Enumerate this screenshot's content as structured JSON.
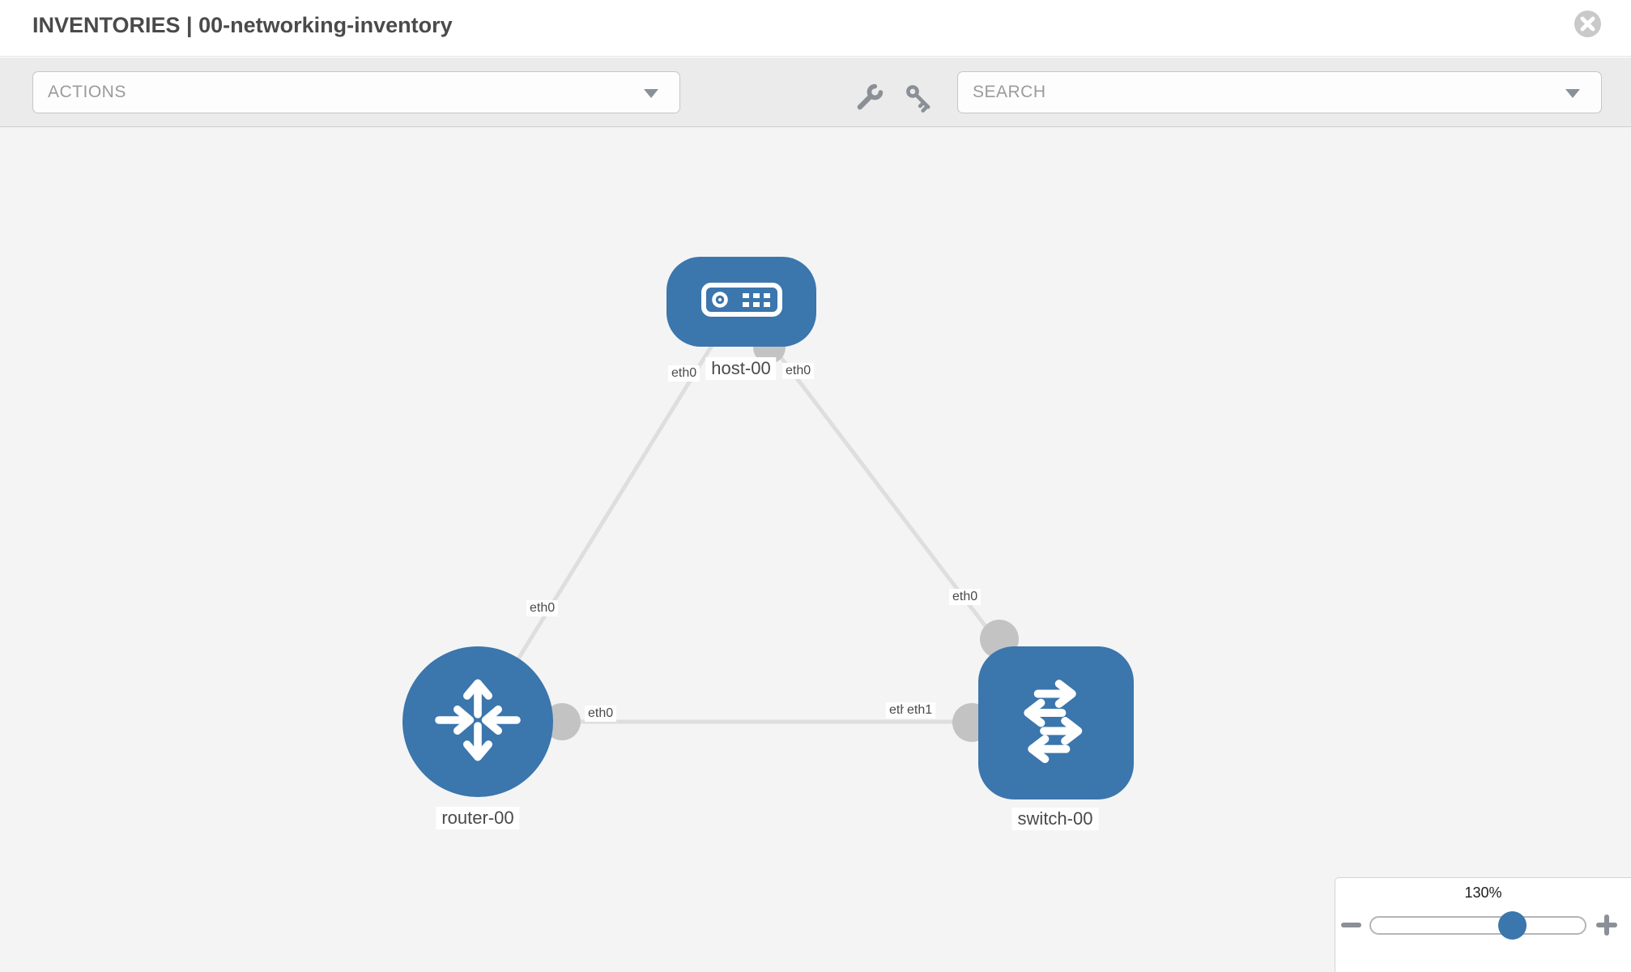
{
  "header": {
    "title": "INVENTORIES | 00-networking-inventory"
  },
  "toolbar": {
    "actions_label": "ACTIONS",
    "search_label": "SEARCH"
  },
  "zoom": {
    "level": "130%"
  },
  "topology": {
    "nodes": [
      {
        "label": "host-00",
        "type": "host",
        "shape": "rounded-rect"
      },
      {
        "label": "router-00",
        "type": "router",
        "shape": "circle"
      },
      {
        "label": "switch-00",
        "type": "switch",
        "shape": "rounded-square"
      }
    ],
    "links": [
      {
        "from": "host-00",
        "to": "router-00",
        "from_interface": "eth0",
        "to_interface": "eth0"
      },
      {
        "from": "host-00",
        "to": "switch-00",
        "from_interface": "eth0",
        "to_interface": "eth0"
      },
      {
        "from": "router-00",
        "to": "switch-00",
        "from_interface": "eth0",
        "to_interface": "eth1"
      }
    ],
    "iface_labels": [
      {
        "text": "eth0"
      },
      {
        "text": "eth0"
      },
      {
        "text": "eth0"
      },
      {
        "text": "eth0"
      },
      {
        "text": "eth0"
      },
      {
        "text": "eth0"
      },
      {
        "text": "eth1"
      }
    ]
  },
  "colors": {
    "node_blue": "#3b76ad",
    "link_gray": "#dedede",
    "connector_gray": "#c3c3c3",
    "toolbar_bg": "#ebebeb",
    "canvas_bg": "#f4f4f5"
  }
}
